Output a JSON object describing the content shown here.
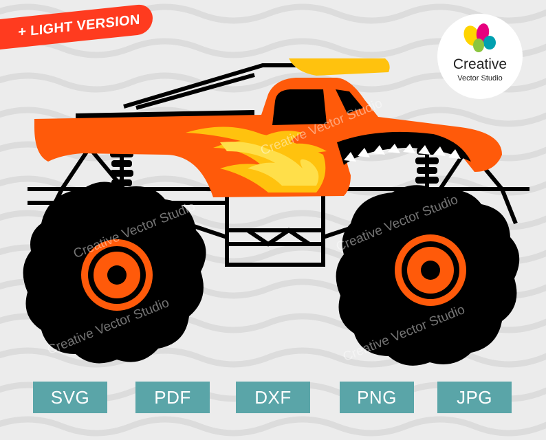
{
  "banner": {
    "label": "+ LIGHT VERSION"
  },
  "logo": {
    "title": "Creative",
    "subtitle": "Vector Studio"
  },
  "formats": [
    "SVG",
    "PDF",
    "DXF",
    "PNG",
    "JPG"
  ],
  "watermark": "Creative Vector Studio",
  "colors": {
    "background": "#ececec",
    "banner": "#ff3b1f",
    "body_orange": "#ff5a0a",
    "flame_yellow": "#ffc20e",
    "wheel_black": "#000000",
    "badge_teal": "#5aa5a8"
  }
}
